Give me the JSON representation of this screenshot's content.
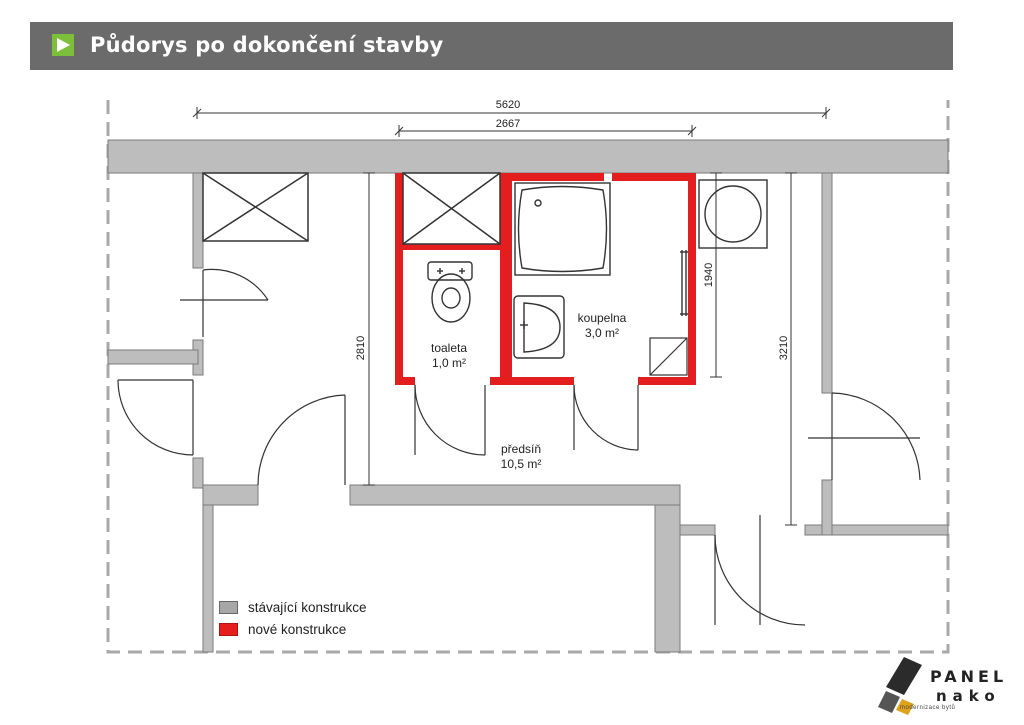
{
  "header": {
    "title": "Půdorys po dokončení stavby",
    "accent_color": "#7cbf3a",
    "bar_color": "#6b6b6b"
  },
  "dimensions": {
    "overall_width": "5620",
    "bathroom_block_width": "2667",
    "toilet_height": "2810",
    "bathroom_height": "1940",
    "hall_height": "3210"
  },
  "rooms": {
    "toilet": {
      "name": "toaleta",
      "area": "1,0 m²"
    },
    "bathroom": {
      "name": "koupelna",
      "area": "3,0 m²"
    },
    "hall": {
      "name": "předsíň",
      "area": "10,5 m²"
    }
  },
  "legend": {
    "existing": {
      "label": "stávající konstrukce",
      "color": "#a7a7a7"
    },
    "new": {
      "label": "nové konstrukce",
      "color": "#e41e1e"
    }
  },
  "logo": {
    "line1": "PANEL",
    "line2": "nako",
    "tagline": "modernizace bytů"
  }
}
